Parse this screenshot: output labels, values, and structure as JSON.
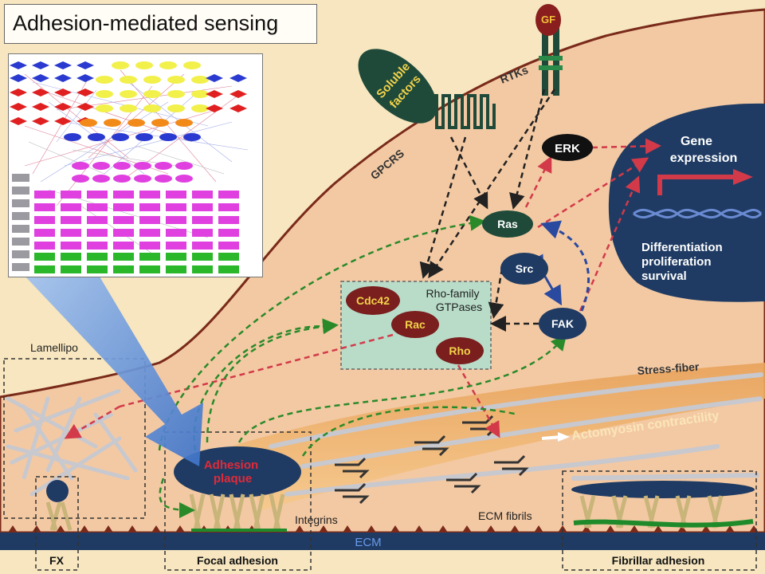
{
  "title": "Adhesion-mediated sensing",
  "labels": {
    "gf": "GF",
    "rtks": "RTKs",
    "soluble_factors_1": "Soluble",
    "soluble_factors_2": "factors",
    "gpcrs": "GPCRS",
    "erk": "ERK",
    "gene_expression_1": "Gene",
    "gene_expression_2": "expression",
    "outcome_1": "Differentiation",
    "outcome_2": "proliferation",
    "outcome_3": "survival",
    "ras": "Ras",
    "src": "Src",
    "fak": "FAK",
    "cdc42": "Cdc42",
    "rac": "Rac",
    "rho": "Rho",
    "rho_family_1": "Rho-family",
    "rho_family_2": "GTPases",
    "lamellipodium": "Lamellipo",
    "stress_fiber": "Stress-fiber",
    "actomyosin": "Actomyosin contractility",
    "adhesion_plaque_1": "Adhesion",
    "adhesion_plaque_2": "plaque",
    "integrins": "Integrins",
    "ecm_fibrils": "ECM fibrils",
    "ecm": "ECM",
    "fx": "FX",
    "focal_adhesion": "Focal adhesion",
    "fibrillar_adhesion": "Fibrillar adhesion"
  },
  "colors": {
    "background": "#f7e6bf",
    "cell_body": "#f3c9a3",
    "membrane": "#7a2a1a",
    "nucleus": "#1f3b63",
    "node_dark_green": "#1f4a3a",
    "node_red": "#7a1e1e",
    "node_blue": "#1f3b63",
    "arrow_green": "#2a8a2a",
    "arrow_red": "#d23a4a",
    "arrow_blue": "#2a4aa0",
    "ecm_band": "#1f3b63",
    "pointer_arrow": "#7aa6e8"
  }
}
